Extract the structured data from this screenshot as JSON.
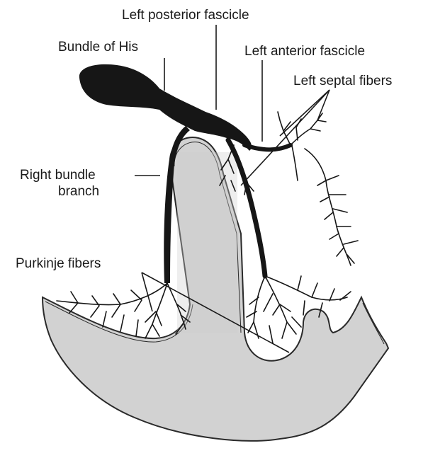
{
  "labels": {
    "left_posterior_fascicle": "Left posterior fascicle",
    "bundle_of_his": "Bundle of His",
    "left_anterior_fascicle": "Left anterior fascicle",
    "left_septal_fibers": "Left septal fibers",
    "right_bundle_branch_line1": "Right bundle",
    "right_bundle_branch_line2": "branch",
    "purkinje_fibers": "Purkinje fibers"
  },
  "colors": {
    "tissue": "#d2d2d2",
    "conduction": "#161616",
    "outline": "#2a2a2a"
  }
}
